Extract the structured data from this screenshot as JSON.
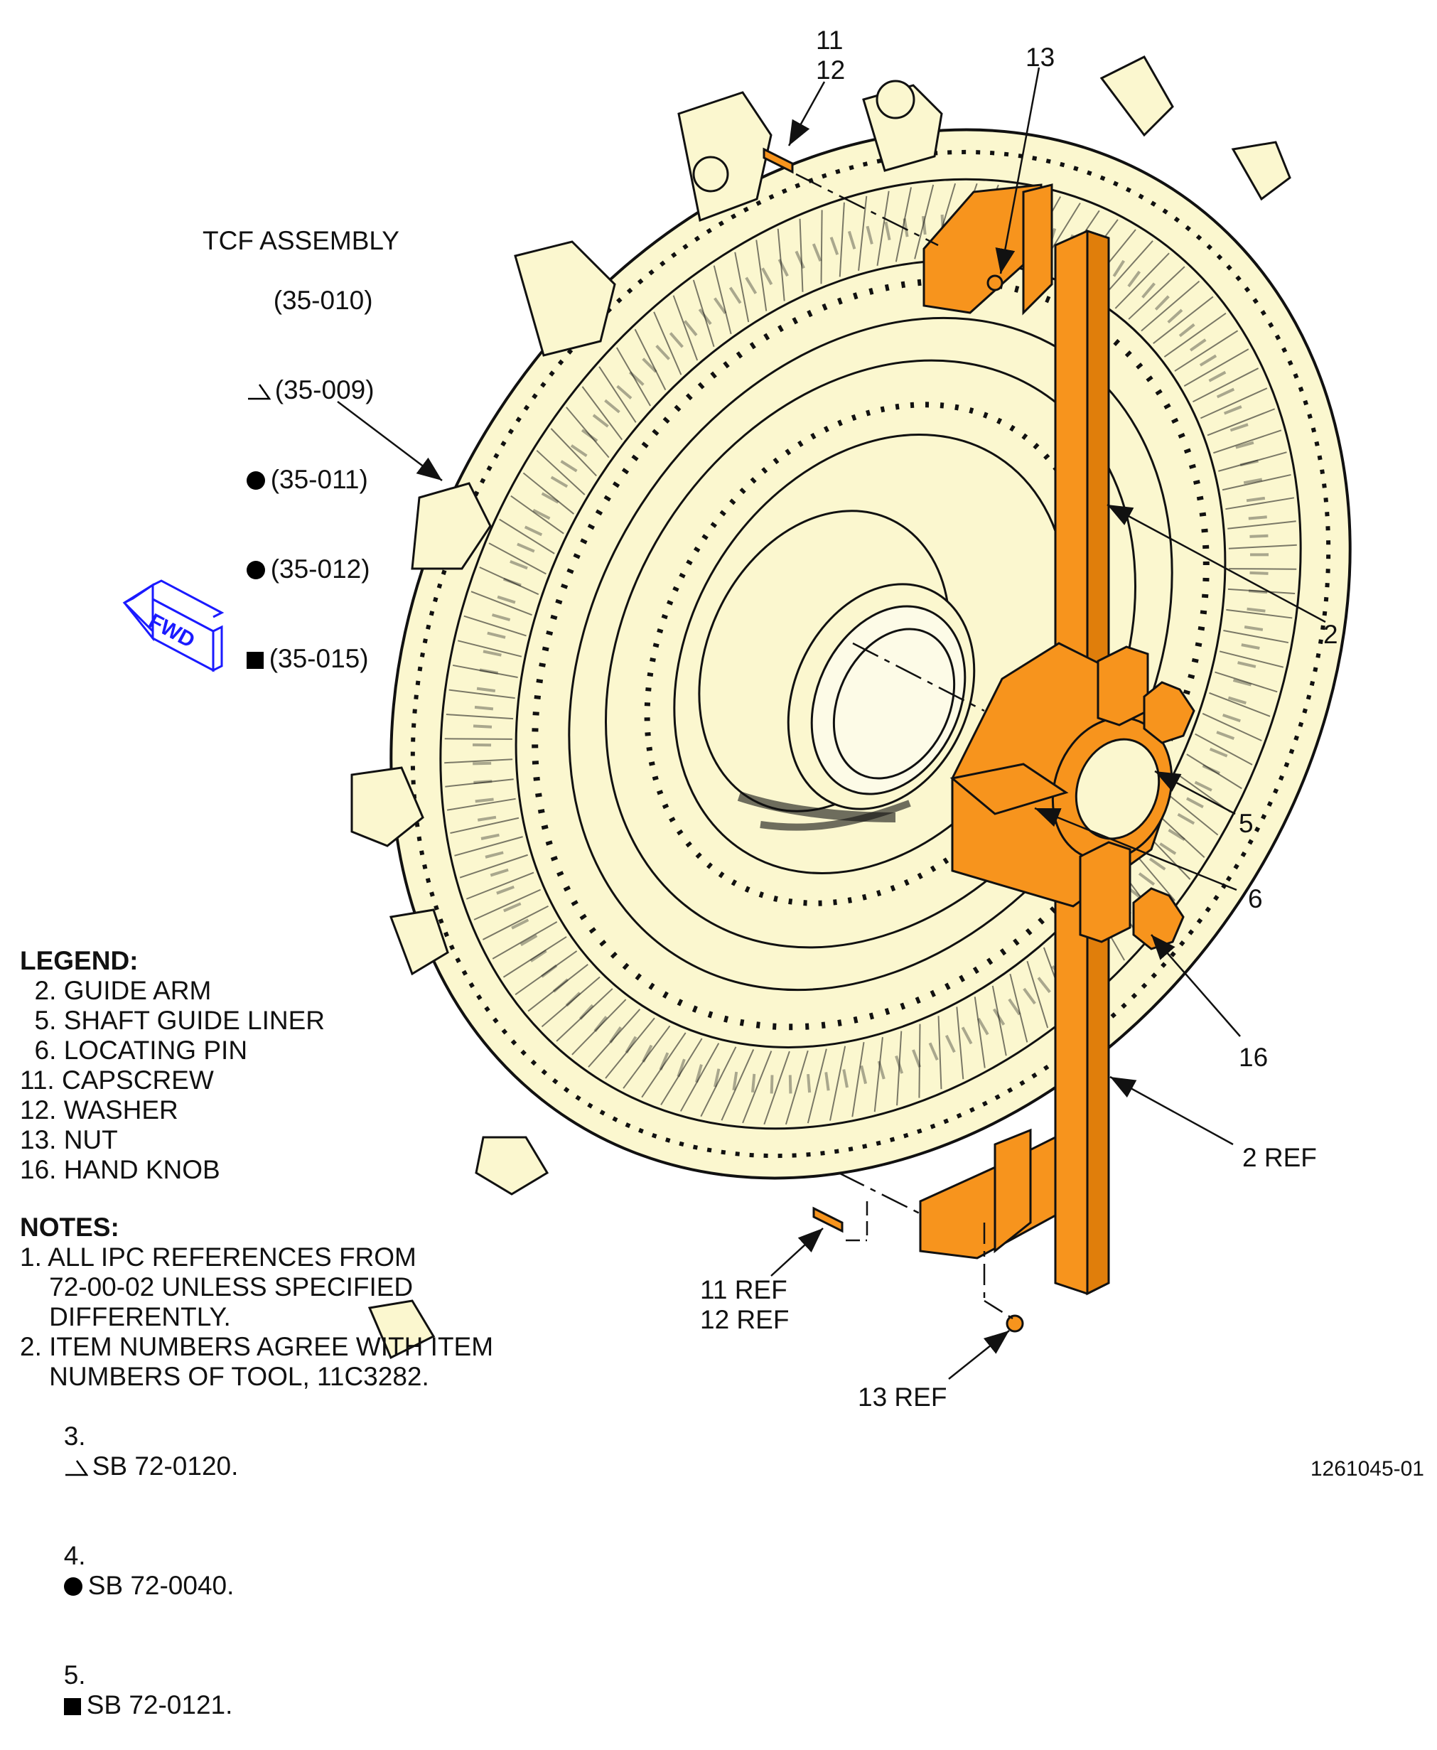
{
  "callouts": {
    "c11": "11",
    "c12": "12",
    "c13": "13",
    "c2": "2",
    "c5": "5",
    "c6": "6",
    "c16": "16",
    "c2ref": "2 REF",
    "c11ref": "11 REF",
    "c12ref": "12 REF",
    "c13ref": "13 REF"
  },
  "tcf": {
    "title": "TCF ASSEMBLY",
    "refs": [
      {
        "symbol": "none",
        "text": "(35-010)"
      },
      {
        "symbol": "triangle",
        "text": "(35-009)"
      },
      {
        "symbol": "circle",
        "text": "(35-011)"
      },
      {
        "symbol": "circle",
        "text": "(35-012)"
      },
      {
        "symbol": "square",
        "text": "(35-015)"
      }
    ]
  },
  "fwd_label": "FWD",
  "legend": {
    "title": "LEGEND:",
    "items": [
      "  2. GUIDE ARM",
      "  5. SHAFT GUIDE LINER",
      "  6. LOCATING PIN",
      "11. CAPSCREW",
      "12. WASHER",
      "13. NUT",
      "16. HAND KNOB"
    ]
  },
  "notes": {
    "title": "NOTES:",
    "n1a": "1. ALL IPC REFERENCES FROM",
    "n1b": "    72-00-02 UNLESS SPECIFIED",
    "n1c": "    DIFFERENTLY.",
    "n2a": "2. ITEM NUMBERS AGREE WITH ITEM",
    "n2b": "    NUMBERS OF TOOL, 11C3282.",
    "n3num": "3.",
    "n3": "SB 72-0120.",
    "n4num": "4.",
    "n4": "SB 72-0040.",
    "n5num": "5.",
    "n5": "SB 72-0121."
  },
  "figure_id": "1261045-01",
  "colors": {
    "frame_fill": "#FBF7CF",
    "tool_fill": "#F7941D",
    "outline": "#111111",
    "fwd_blue": "#1a1aff"
  }
}
